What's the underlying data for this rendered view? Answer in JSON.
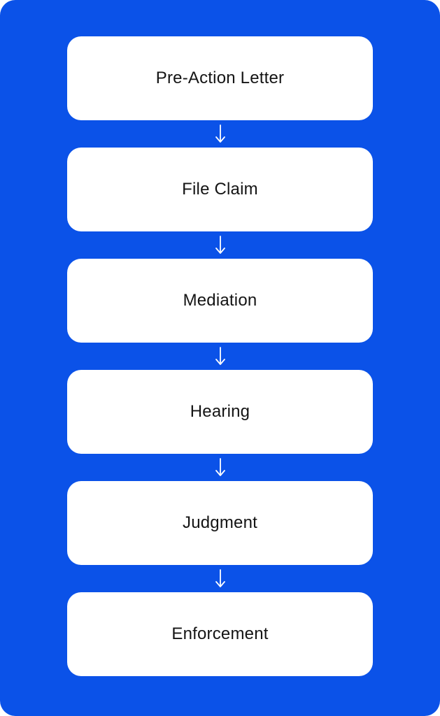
{
  "diagram": {
    "type": "flowchart-vertical",
    "steps": [
      {
        "label": "Pre-Action Letter"
      },
      {
        "label": "File Claim"
      },
      {
        "label": "Mediation"
      },
      {
        "label": "Hearing"
      },
      {
        "label": "Judgment"
      },
      {
        "label": "Enforcement"
      }
    ],
    "connector_glyph": "↓",
    "colors": {
      "canvas_background": "#0b52e8",
      "box_background": "#ffffff",
      "box_text": "#141414",
      "arrow": "#ffffff",
      "page_background": "#ffffff"
    }
  }
}
